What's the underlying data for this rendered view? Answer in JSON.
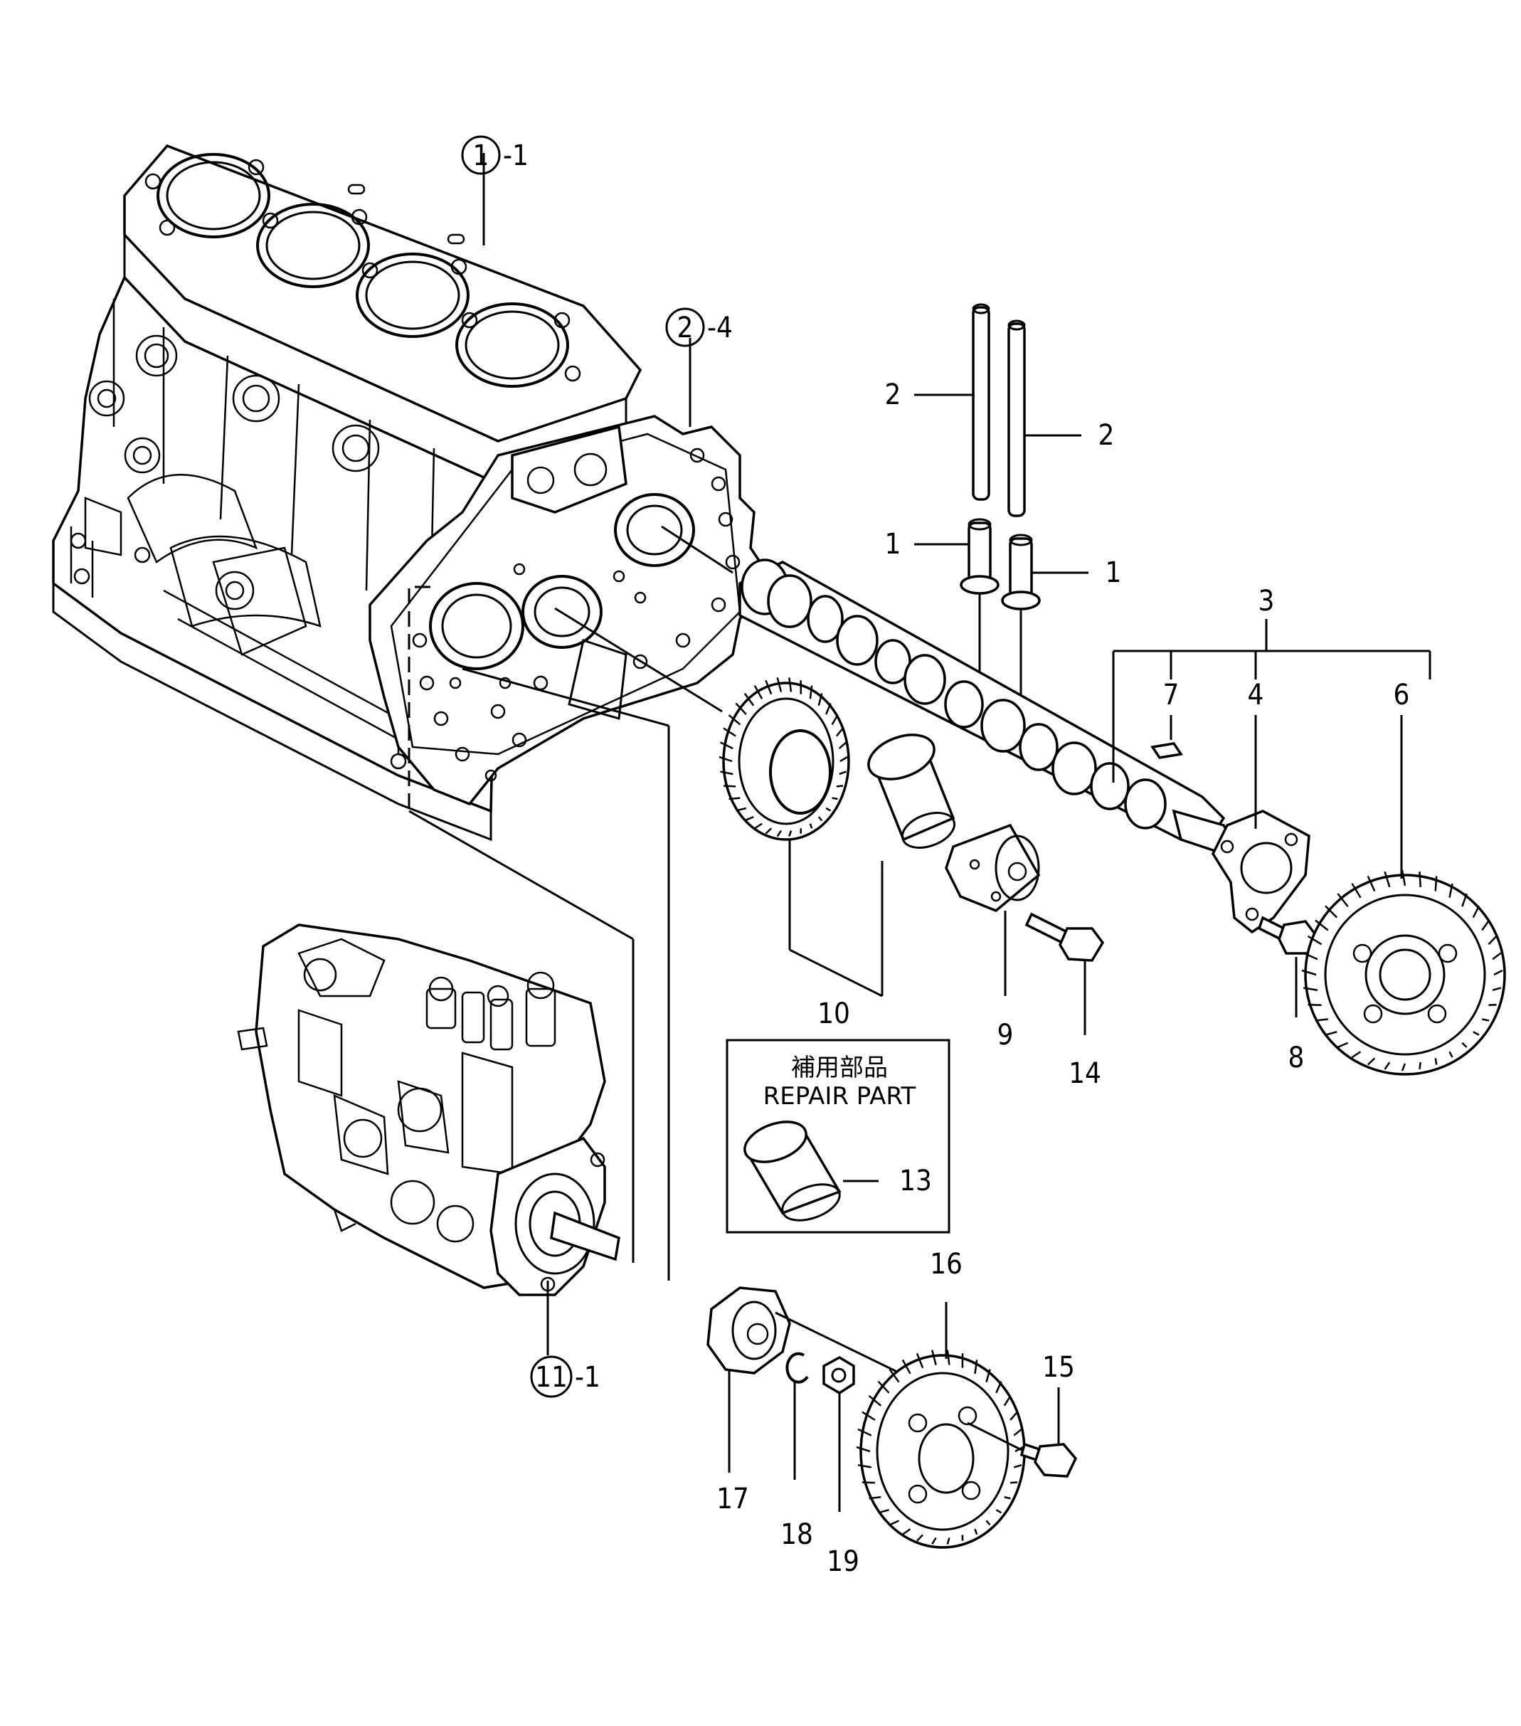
{
  "repair_box": {
    "title_jp": "補用部品",
    "title_en": "REPAIR PART"
  },
  "callouts": {
    "c1": {
      "circle": "1",
      "suffix": "-1"
    },
    "c2": {
      "circle": "2",
      "suffix": "-4"
    },
    "c11": {
      "circle": "11",
      "suffix": "-1"
    }
  },
  "labels": {
    "p2a": "2",
    "p2b": "2",
    "p1a": "1",
    "p1b": "1",
    "p3": "3",
    "p7": "7",
    "p4": "4",
    "p6": "6",
    "p10": "10",
    "p9": "9",
    "p14": "14",
    "p8": "8",
    "p13": "13",
    "p16": "16",
    "p15": "15",
    "p17": "17",
    "p18": "18",
    "p19": "19"
  }
}
